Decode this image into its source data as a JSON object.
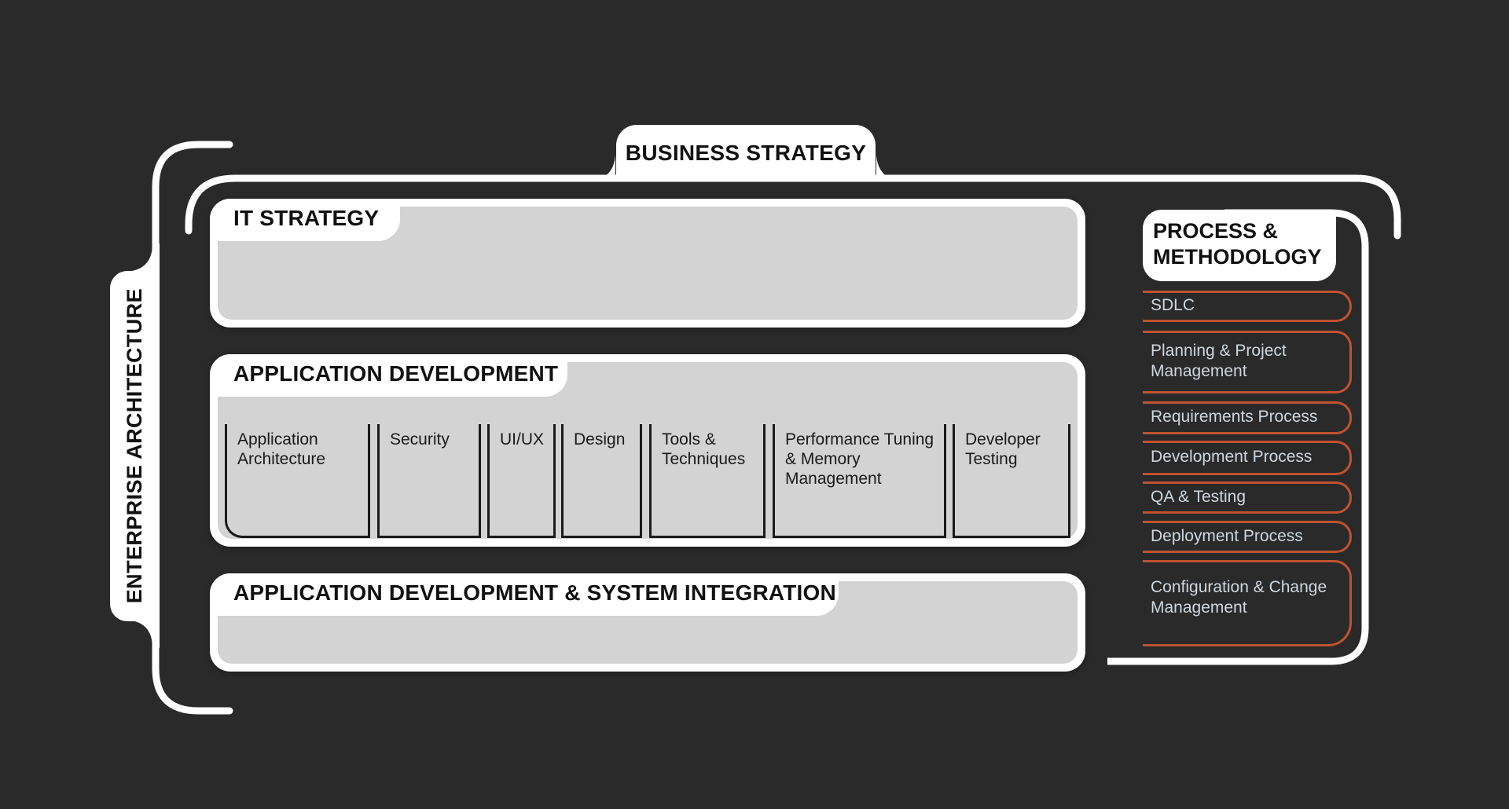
{
  "colors": {
    "bg": "#2a2a2a",
    "panel_gray": "#d3d3d3",
    "white": "#ffffff",
    "orange": "#bf5231",
    "item_text": "#cdd7de",
    "ink": "#111111"
  },
  "diagram": {
    "top_tab": "BUSINESS STRATEGY",
    "left_tab": "ENTERPRISE ARCHITECTURE"
  },
  "panels": {
    "it_strategy": {
      "title": "IT STRATEGY"
    },
    "app_dev": {
      "title": "APPLICATION DEVELOPMENT",
      "sub_boxes": [
        "Application Architecture",
        "Security",
        "UI/UX",
        "Design",
        "Tools & Techniques",
        "Performance Tuning & Memory Management",
        "Developer Testing"
      ]
    },
    "app_dev_si": {
      "title": "APPLICATION DEVELOPMENT & SYSTEM INTEGRATION"
    }
  },
  "process": {
    "title": "PROCESS & METHODOLOGY",
    "items": [
      "SDLC",
      "Planning & Project Management",
      "Requirements Process",
      "Development Process",
      "QA & Testing",
      "Deployment Process",
      "Configuration & Change Management"
    ]
  }
}
